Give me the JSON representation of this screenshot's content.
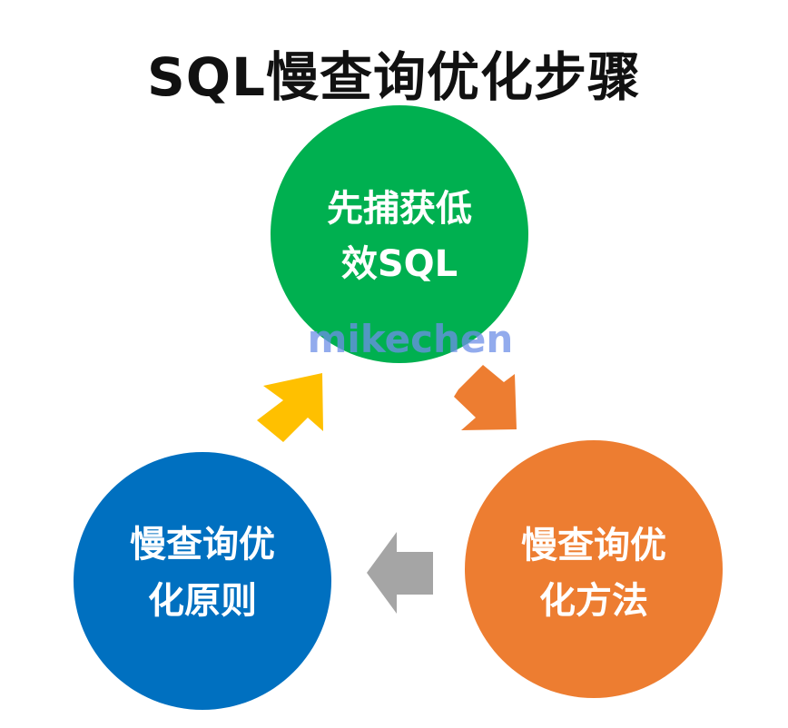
{
  "title": "SQL慢查询优化步骤",
  "watermark": "mikechen",
  "nodes": {
    "capture": {
      "line1": "先捕获低",
      "line2": "效SQL",
      "color": "#00b050"
    },
    "methods": {
      "line1": "慢查询优",
      "line2": "化方法",
      "color": "#ed7d31"
    },
    "principles": {
      "line1": "慢查询优",
      "line2": "化原则",
      "color": "#0070c0"
    }
  },
  "arrows": {
    "capture_to_methods": {
      "color": "#ed7d31"
    },
    "methods_to_principles": {
      "color": "#a5a5a5"
    },
    "principles_to_capture": {
      "color": "#ffc000"
    }
  }
}
